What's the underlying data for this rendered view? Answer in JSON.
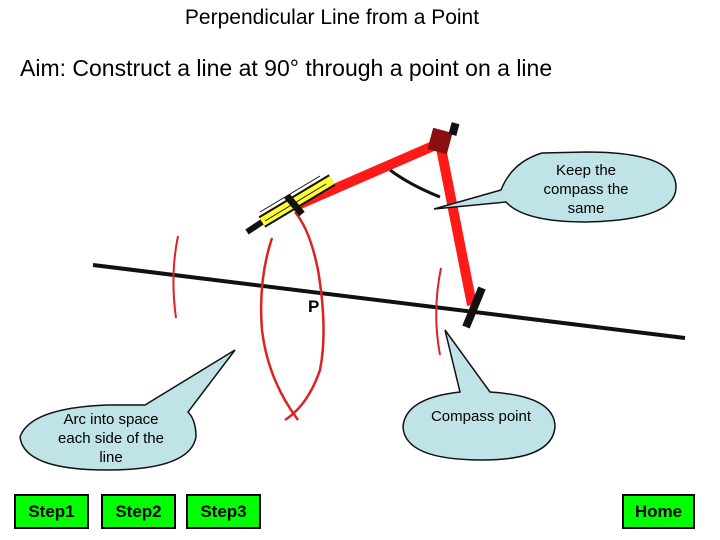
{
  "title": "Perpendicular Line from a Point",
  "aim": "Aim: Construct a line at 90° through a point on a line",
  "point_label": "P",
  "callouts": {
    "keep": "Keep the compass the same",
    "arc": "Arc into space each side of the line",
    "compass": "Compass point"
  },
  "buttons": {
    "step1": "Step1",
    "step2": "Step2",
    "step3": "Step3",
    "home": "Home"
  },
  "colors": {
    "button": "#00ff00",
    "callout_fill": "#bfe3e6",
    "arc": "#dd2222",
    "compass_arm": "#ff1a1a",
    "compass_hinge": "#8b0f0f",
    "pencil": "#ffff33"
  },
  "icons": {
    "compass": "compass-icon",
    "pencil": "pencil-icon"
  }
}
